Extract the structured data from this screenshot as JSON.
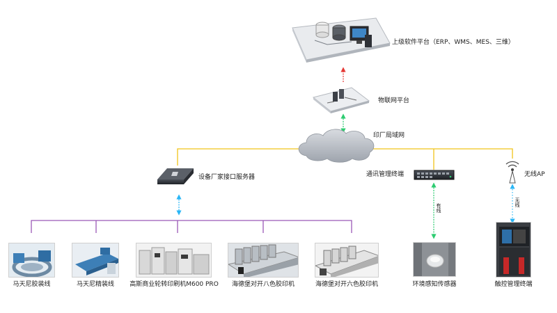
{
  "top_platform": {
    "label": "上级软件平台（ERP、WMS、MES、三维）"
  },
  "iot_platform": {
    "label": "物联网平台"
  },
  "lan": {
    "label": "印厂局域网"
  },
  "equipment_server": {
    "label": "设备厂家接口服务器"
  },
  "comm_terminal": {
    "label": "通讯管理终端"
  },
  "wireless_ap": {
    "label": "无线AP"
  },
  "link_labels": {
    "wired": "有线",
    "wireless": "无线"
  },
  "devices": [
    {
      "label": "马天尼胶装线",
      "icon": "binding-line-machine"
    },
    {
      "label": "马天尼精装线",
      "icon": "hardcover-line-machine"
    },
    {
      "label": "高斯商业轮转印刷机M600 PRO",
      "icon": "web-press-machine"
    },
    {
      "label": "海德堡对开八色胶印机",
      "icon": "offset-press-8-color"
    },
    {
      "label": "海德堡对开六色胶印机",
      "icon": "offset-press-6-color"
    },
    {
      "label": "环境感知传感器",
      "icon": "environment-sensor"
    },
    {
      "label": "触控管理终端",
      "icon": "touch-terminal"
    }
  ],
  "colors": {
    "yellow_line": "#f0c419",
    "purple_line": "#9b59b6",
    "blue_arrow": "#29b6f6",
    "green_arrow": "#2ecc71",
    "red_arrow": "#e53935"
  }
}
